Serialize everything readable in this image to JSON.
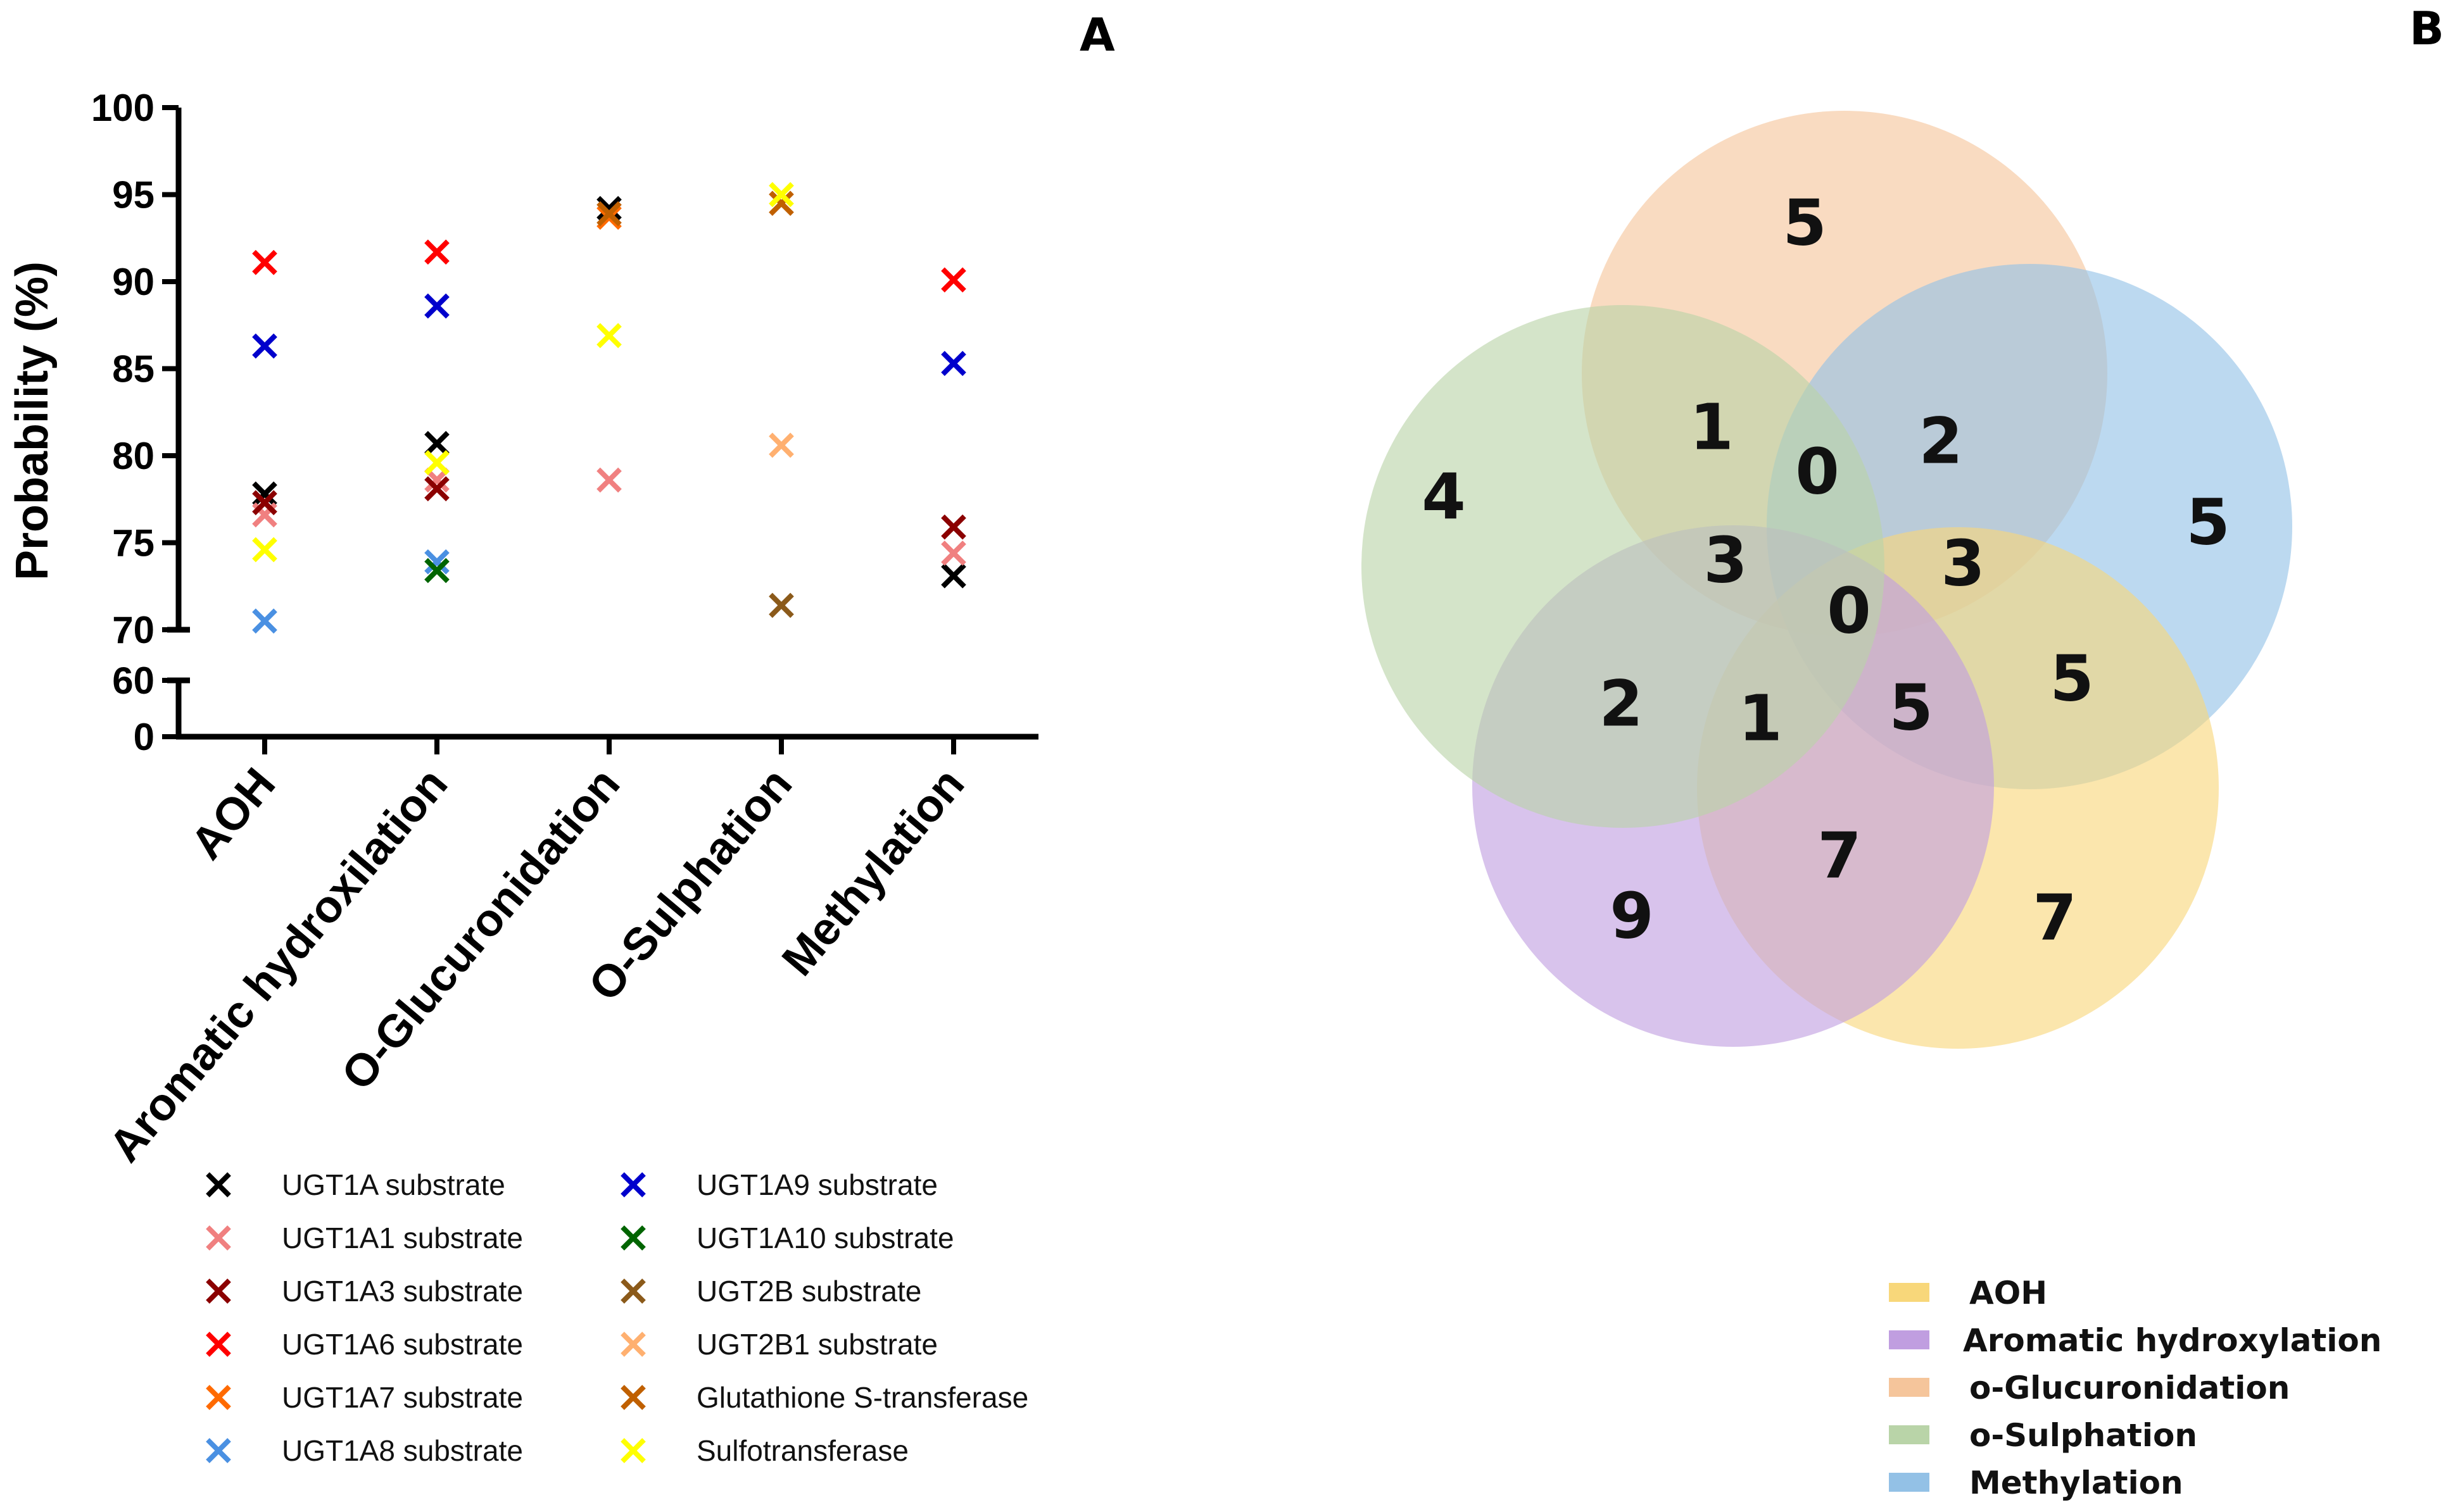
{
  "chart_data": [
    {
      "type": "scatter",
      "panel_label": "A",
      "ylabel": "Probability (%)",
      "xlabel": "",
      "categories": [
        "AOH",
        "Aromatic hydroxilation",
        "O-Glucuronidation",
        "O-Sulphation",
        "Methylation"
      ],
      "yticks_upper": [
        70,
        75,
        80,
        85,
        90,
        95,
        100
      ],
      "yticks_lower": [
        0,
        60
      ],
      "ylim_upper": [
        70,
        100
      ],
      "ylim_lower": [
        0,
        60
      ],
      "marker": "x",
      "legend_position": "bottom",
      "series": [
        {
          "name": "UGT1A substrate",
          "color": "#000000",
          "values": [
            77.8,
            80.7,
            94.2,
            null,
            73.1
          ]
        },
        {
          "name": "UGT1A1 substrate",
          "color": "#f08080",
          "values": [
            76.6,
            78.6,
            78.6,
            null,
            74.4
          ]
        },
        {
          "name": "UGT1A3 substrate",
          "color": "#8b0000",
          "values": [
            77.3,
            78.1,
            null,
            null,
            75.9
          ]
        },
        {
          "name": "UGT1A6 substrate",
          "color": "#ff0000",
          "values": [
            91.1,
            91.7,
            null,
            null,
            90.1
          ]
        },
        {
          "name": "UGT1A7 substrate",
          "color": "#ff6a00",
          "values": [
            null,
            null,
            93.7,
            null,
            null
          ]
        },
        {
          "name": "UGT1A8 substrate",
          "color": "#4a90e2",
          "values": [
            70.5,
            73.9,
            null,
            null,
            null
          ]
        },
        {
          "name": "UGT1A9 substrate",
          "color": "#0000cc",
          "values": [
            86.3,
            88.6,
            null,
            null,
            85.3
          ]
        },
        {
          "name": "UGT1A10 substrate",
          "color": "#006400",
          "values": [
            null,
            73.4,
            null,
            null,
            null
          ]
        },
        {
          "name": "UGT2B substrate",
          "color": "#8b5a1a",
          "values": [
            null,
            null,
            null,
            71.4,
            null
          ]
        },
        {
          "name": "UGT2B1 substrate",
          "color": "#ffb070",
          "values": [
            null,
            null,
            null,
            80.6,
            null
          ]
        },
        {
          "name": "Glutathione S-transferase",
          "color": "#c06000",
          "values": [
            null,
            null,
            93.9,
            94.5,
            null
          ]
        },
        {
          "name": "Sulfotransferase",
          "color": "#ffff00",
          "values": [
            74.6,
            79.6,
            86.9,
            95.0,
            null
          ]
        }
      ]
    },
    {
      "type": "venn",
      "panel_label": "B",
      "sets": [
        {
          "name": "AOH",
          "color": "#f8d77a"
        },
        {
          "name": "Aromatic hydroxylation",
          "color": "#c09ee0"
        },
        {
          "name": "o-Glucuronidation",
          "color": "#f5c59b"
        },
        {
          "name": "o-Sulphation",
          "color": "#b9d4a8"
        },
        {
          "name": "Methylation",
          "color": "#93c1e6"
        }
      ],
      "region_values": [
        "5",
        "4",
        "5",
        "7",
        "9",
        "1",
        "2",
        "0",
        "3",
        "3",
        "0",
        "5",
        "5",
        "2",
        "1",
        "7"
      ]
    }
  ]
}
